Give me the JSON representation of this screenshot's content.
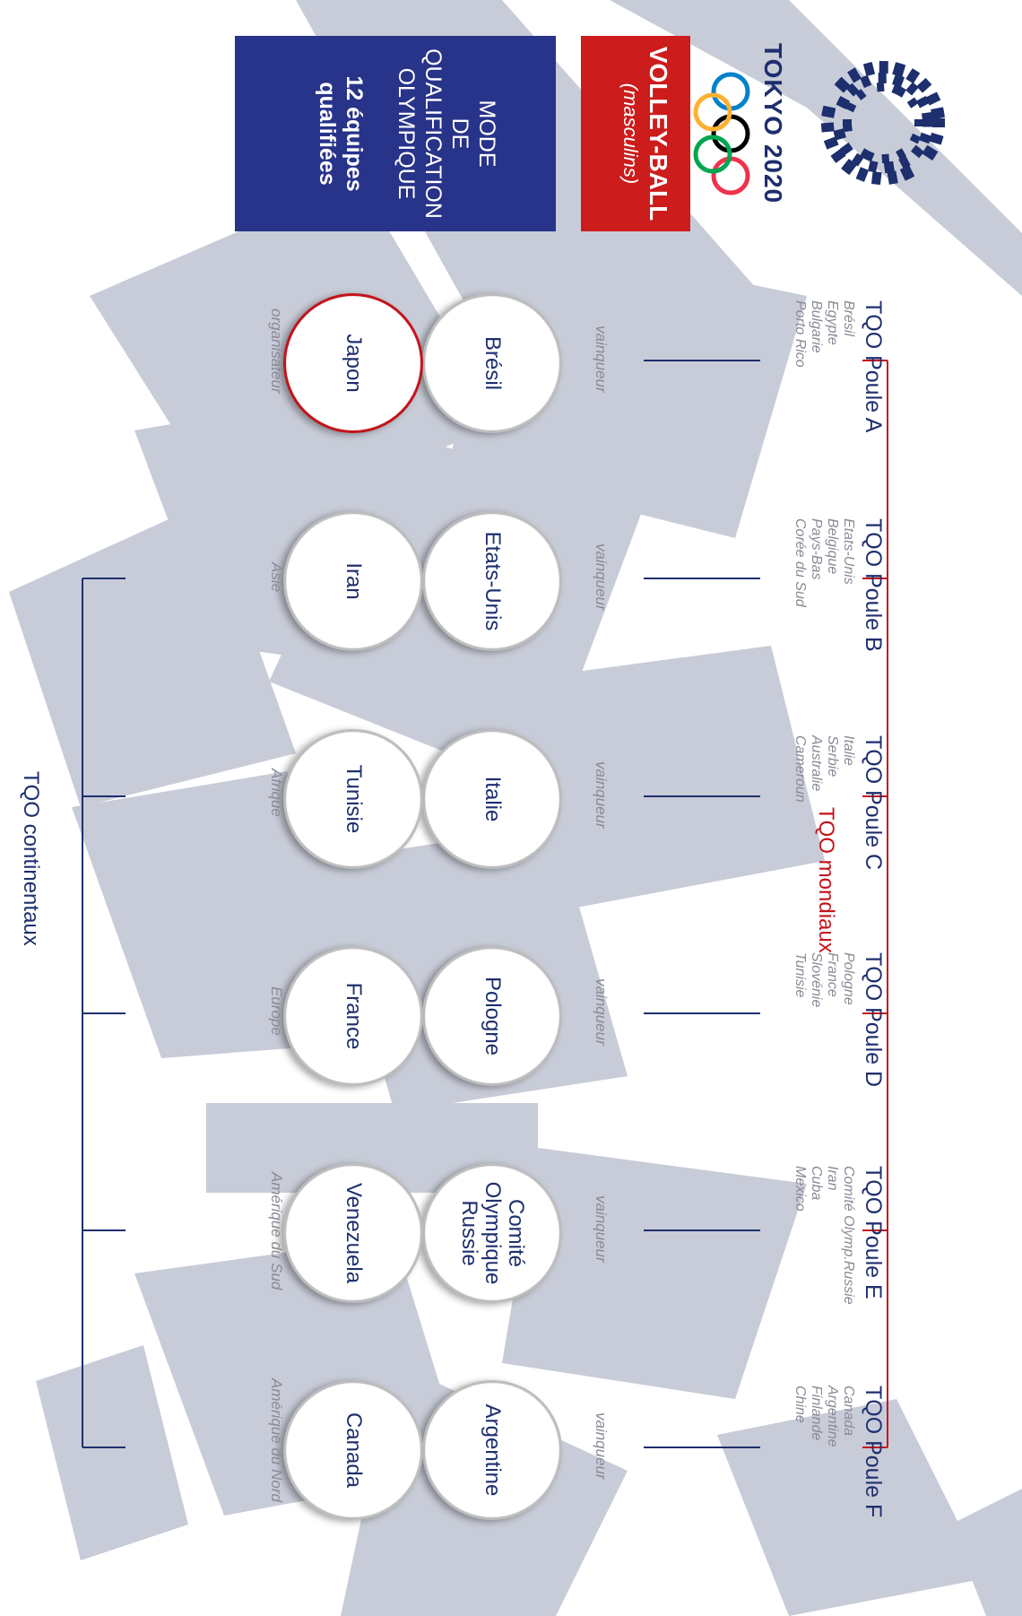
{
  "header": {
    "event": "TOKYO 2020",
    "sport": "VOLLEY-BALL",
    "category": "(masculins)",
    "mode_title": "MODE\nDE\nQUALIFICATION\nOLYMPIQUE",
    "qualified": "12 équipes\nqualifiées"
  },
  "colors": {
    "navy": "#1e2f6e",
    "red": "#c4131b",
    "mode_box": "#28338a",
    "title_box": "#cc1c1c",
    "pattern": "#c5c9d6"
  },
  "group_labels": {
    "mondiaux": "TQO mondiaux",
    "continentaux": "TQO continentaux"
  },
  "pools": [
    {
      "name": "TQO Poule A",
      "teams": "Brésil\nEgypte\nBulgarie\nPorto Rico",
      "route": "vainqueur",
      "qualified": "Brésil"
    },
    {
      "name": "TQO Poule B",
      "teams": "Etats-Unis\nBelgique\nPays-Bas\nCorée du Sud",
      "route": "vainqueur",
      "qualified": "Etats-Unis"
    },
    {
      "name": "TQO Poule C",
      "teams": "Italie\nSerbie\nAustralie\nCameroun",
      "route": "vainqueur",
      "qualified": "Italie"
    },
    {
      "name": "TQO Poule D",
      "teams": "Pologne\nFrance\nSlovénie\nTunisie",
      "route": "vainqueur",
      "qualified": "Pologne"
    },
    {
      "name": "TQO Poule E",
      "teams": "Comité Olymp.Russie\nIran\nCuba\nMexico",
      "route": "vainqueur",
      "qualified": "Comité\nOlympique\nRussie"
    },
    {
      "name": "TQO Poule F",
      "teams": "Canada\nArgentine\nFinlande\nChine",
      "route": "vainqueur",
      "qualified": "Argentine"
    }
  ],
  "continental": [
    {
      "team": "Japon",
      "label": "organisateur",
      "host": true
    },
    {
      "team": "Iran",
      "label": "Asie"
    },
    {
      "team": "Tunisie",
      "label": "Afrique"
    },
    {
      "team": "France",
      "label": "Europe"
    },
    {
      "team": "Venezuela",
      "label": "Amérique du Sud"
    },
    {
      "team": "Canada",
      "label": "Amérique du Nord"
    }
  ]
}
